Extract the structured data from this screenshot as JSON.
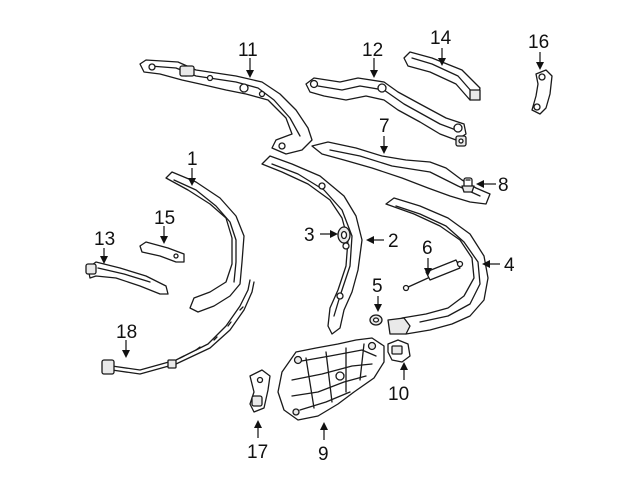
{
  "diagram": {
    "colors": {
      "line": "#1a1a1a",
      "background": "#ffffff",
      "part_fill": "#e9e9e9"
    },
    "callouts": [
      {
        "id": "c1",
        "label": "1"
      },
      {
        "id": "c2",
        "label": "2"
      },
      {
        "id": "c3",
        "label": "3"
      },
      {
        "id": "c4",
        "label": "4"
      },
      {
        "id": "c5",
        "label": "5"
      },
      {
        "id": "c6",
        "label": "6"
      },
      {
        "id": "c7",
        "label": "7"
      },
      {
        "id": "c8",
        "label": "8"
      },
      {
        "id": "c9",
        "label": "9"
      },
      {
        "id": "c10",
        "label": "10"
      },
      {
        "id": "c11",
        "label": "11"
      },
      {
        "id": "c12",
        "label": "12"
      },
      {
        "id": "c13",
        "label": "13"
      },
      {
        "id": "c14",
        "label": "14"
      },
      {
        "id": "c15",
        "label": "15"
      },
      {
        "id": "c16",
        "label": "16"
      },
      {
        "id": "c17",
        "label": "17"
      },
      {
        "id": "c18",
        "label": "18"
      }
    ]
  }
}
